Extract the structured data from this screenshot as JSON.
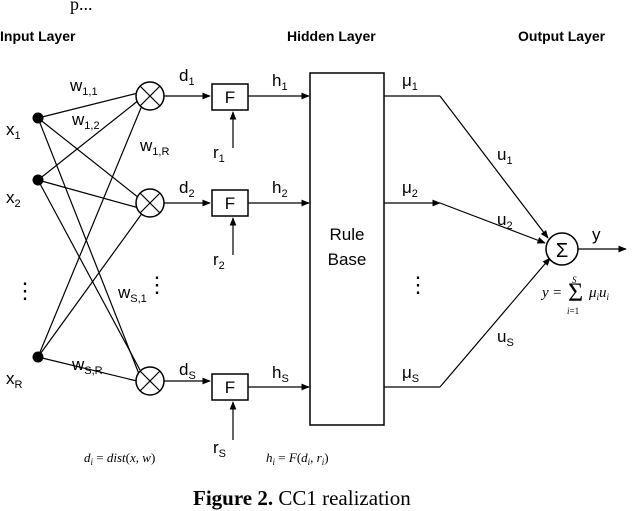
{
  "headers": {
    "input": "Input Layer",
    "hidden": "Hidden Layer",
    "output": "Output Layer"
  },
  "inputs": [
    {
      "base": "x",
      "sub": "1"
    },
    {
      "base": "x",
      "sub": "2"
    },
    {
      "base": "x",
      "sub": "R"
    }
  ],
  "weights": [
    {
      "base": "w",
      "sub": "1,1"
    },
    {
      "base": "w",
      "sub": "1,2"
    },
    {
      "base": "w",
      "sub": "1,R"
    },
    {
      "base": "w",
      "sub": "S,1"
    },
    {
      "base": "w",
      "sub": "S,R"
    }
  ],
  "distances": [
    {
      "base": "d",
      "sub": "1"
    },
    {
      "base": "d",
      "sub": "2"
    },
    {
      "base": "d",
      "sub": "S"
    }
  ],
  "f_label": "F",
  "radii": [
    {
      "base": "r",
      "sub": "1"
    },
    {
      "base": "r",
      "sub": "2"
    },
    {
      "base": "r",
      "sub": "S"
    }
  ],
  "hidden_outputs": [
    {
      "base": "h",
      "sub": "1"
    },
    {
      "base": "h",
      "sub": "2"
    },
    {
      "base": "h",
      "sub": "S"
    }
  ],
  "rule_base": {
    "line1": "Rule",
    "line2": "Base"
  },
  "memberships": [
    {
      "base": "μ",
      "sub": "1"
    },
    {
      "base": "μ",
      "sub": "2"
    },
    {
      "base": "μ",
      "sub": "S"
    }
  ],
  "consequents": [
    {
      "base": "u",
      "sub": "1"
    },
    {
      "base": "u",
      "sub": "2"
    },
    {
      "base": "u",
      "sub": "S"
    }
  ],
  "sum_symbol": "Σ",
  "output": "y",
  "ellipsis": "⋮",
  "formulas": {
    "distance": "d_i = dist(x, w)",
    "hidden": "h_i = F(d_i, r_i)",
    "output": "y = Σ_{i=1}^{S} μ_i u_i"
  },
  "caption": {
    "bold": "Figure 2.",
    "text": " CC1 realization"
  },
  "top_fragment": "p..."
}
